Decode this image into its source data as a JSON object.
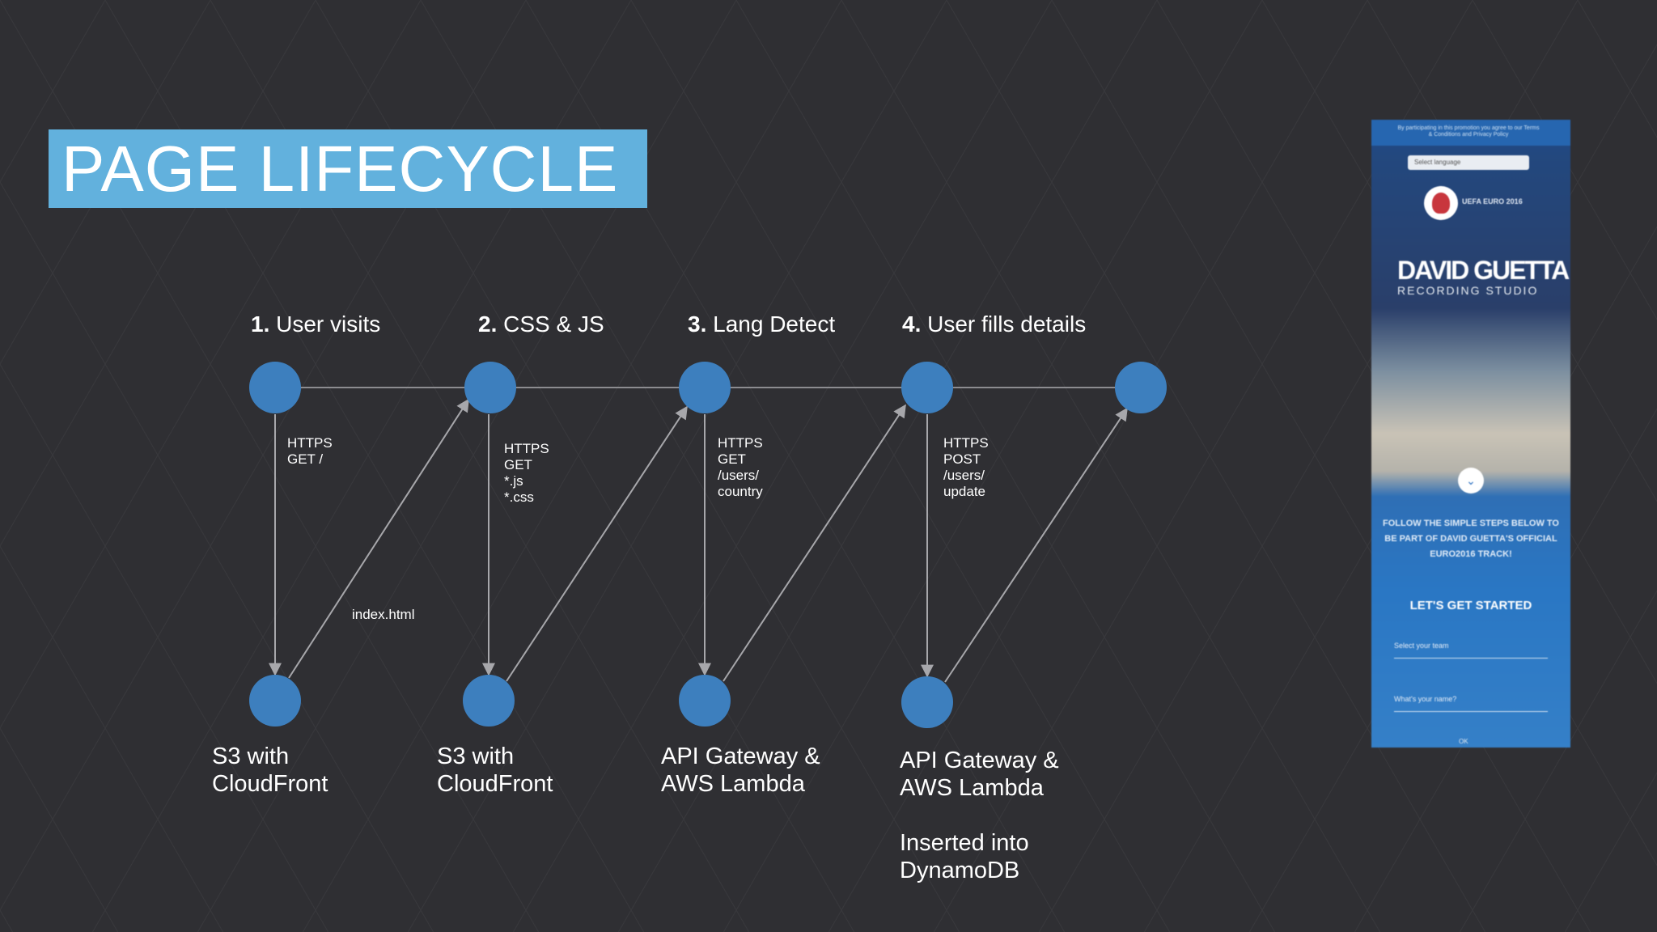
{
  "title": "PAGE LIFECYCLE",
  "steps": [
    {
      "num": "1.",
      "label": "User visits"
    },
    {
      "num": "2.",
      "label": "CSS & JS"
    },
    {
      "num": "3.",
      "label": "Lang Detect"
    },
    {
      "num": "4.",
      "label": "User fills details"
    }
  ],
  "requests": [
    "HTTPS\nGET /",
    "HTTPS\nGET\n*.js\n*.css",
    "HTTPS\nGET\n/users/\ncountry",
    "HTTPS\nPOST\n/users/\nupdate"
  ],
  "response_label": "index.html",
  "services": [
    "S3 with\nCloudFront",
    "S3 with\nCloudFront",
    "API Gateway &\nAWS Lambda",
    "API Gateway &\nAWS Lambda"
  ],
  "storage_note": "Inserted into\nDynamoDB",
  "colors": {
    "background": "#2f2f33",
    "banner": "#62b1dd",
    "node": "#3d7fbe",
    "line": "#a7a7ab"
  },
  "phone_preview": {
    "topbar": "By participating in this promotion you agree to our Terms & Conditions and Privacy Policy",
    "language_select": "Select language",
    "badge_text": "UEFA EURO 2016",
    "brand": "DAVID GUETTA",
    "brand_sub": "RECORDING STUDIO",
    "promo": "FOLLOW THE SIMPLE STEPS BELOW TO BE PART OF DAVID GUETTA'S OFFICIAL EURO2016 TRACK!",
    "cta": "LET'S GET STARTED",
    "field_team": "Select your team",
    "field_name": "What's your name?",
    "footer": "OK"
  }
}
